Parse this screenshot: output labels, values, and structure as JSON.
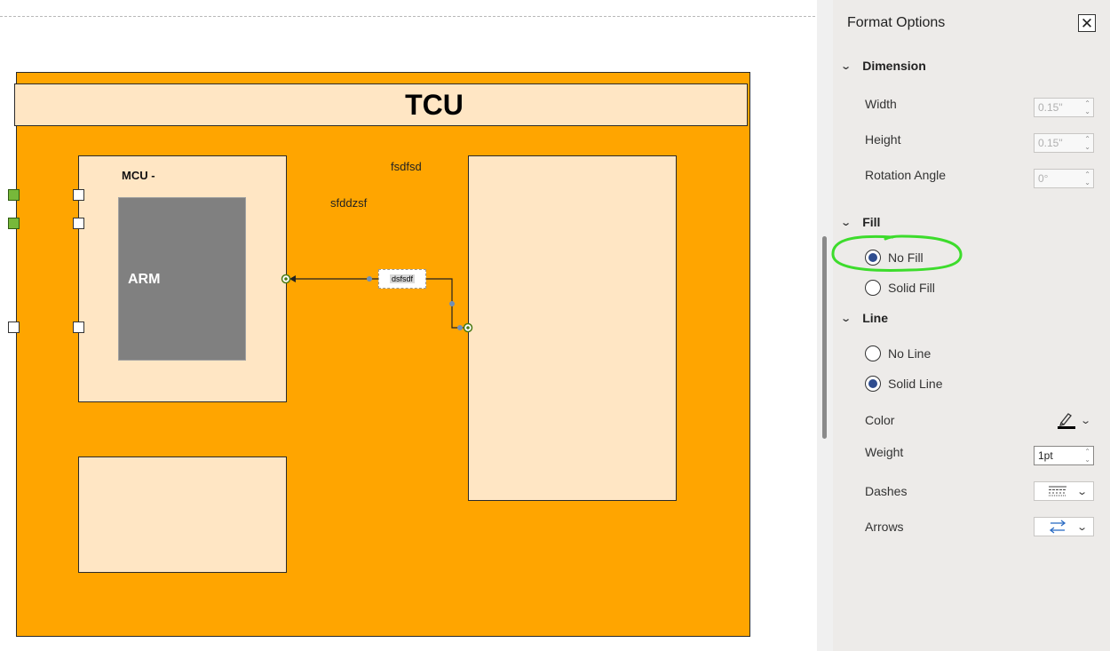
{
  "canvas": {
    "tcu_title": "TCU",
    "mcu_label": "MCU -",
    "arm_label": "ARM",
    "floating_text_1": "fsdfsd",
    "floating_text_2": "sfddzsf",
    "connector_label": "dsfsdf"
  },
  "panel": {
    "title": "Format Options",
    "close_symbol": "✕",
    "dimension": {
      "heading": "Dimension",
      "width_label": "Width",
      "width_value": "0.15\"",
      "height_label": "Height",
      "height_value": "0.15\"",
      "rotation_label": "Rotation Angle",
      "rotation_value": "0°"
    },
    "fill": {
      "heading": "Fill",
      "options": [
        "No Fill",
        "Solid Fill"
      ],
      "selected": "No Fill"
    },
    "line": {
      "heading": "Line",
      "options": [
        "No Line",
        "Solid Line"
      ],
      "selected": "Solid Line",
      "color_label": "Color",
      "weight_label": "Weight",
      "weight_value": "1pt",
      "dashes_label": "Dashes",
      "arrows_label": "Arrows"
    }
  },
  "colors": {
    "tcu_fill": "#ffa500",
    "box_fill": "#ffe6c4",
    "arm_fill": "#808080",
    "port_green": "#77b83a",
    "radio_selected": "#2f4d8f",
    "highlight": "#3ddc2c"
  },
  "icons": {
    "close": "close-icon",
    "section_toggle": "chevron-down-icon",
    "color": "pen-color-icon",
    "dashes": "dashes-icon",
    "arrows": "arrows-icon"
  }
}
